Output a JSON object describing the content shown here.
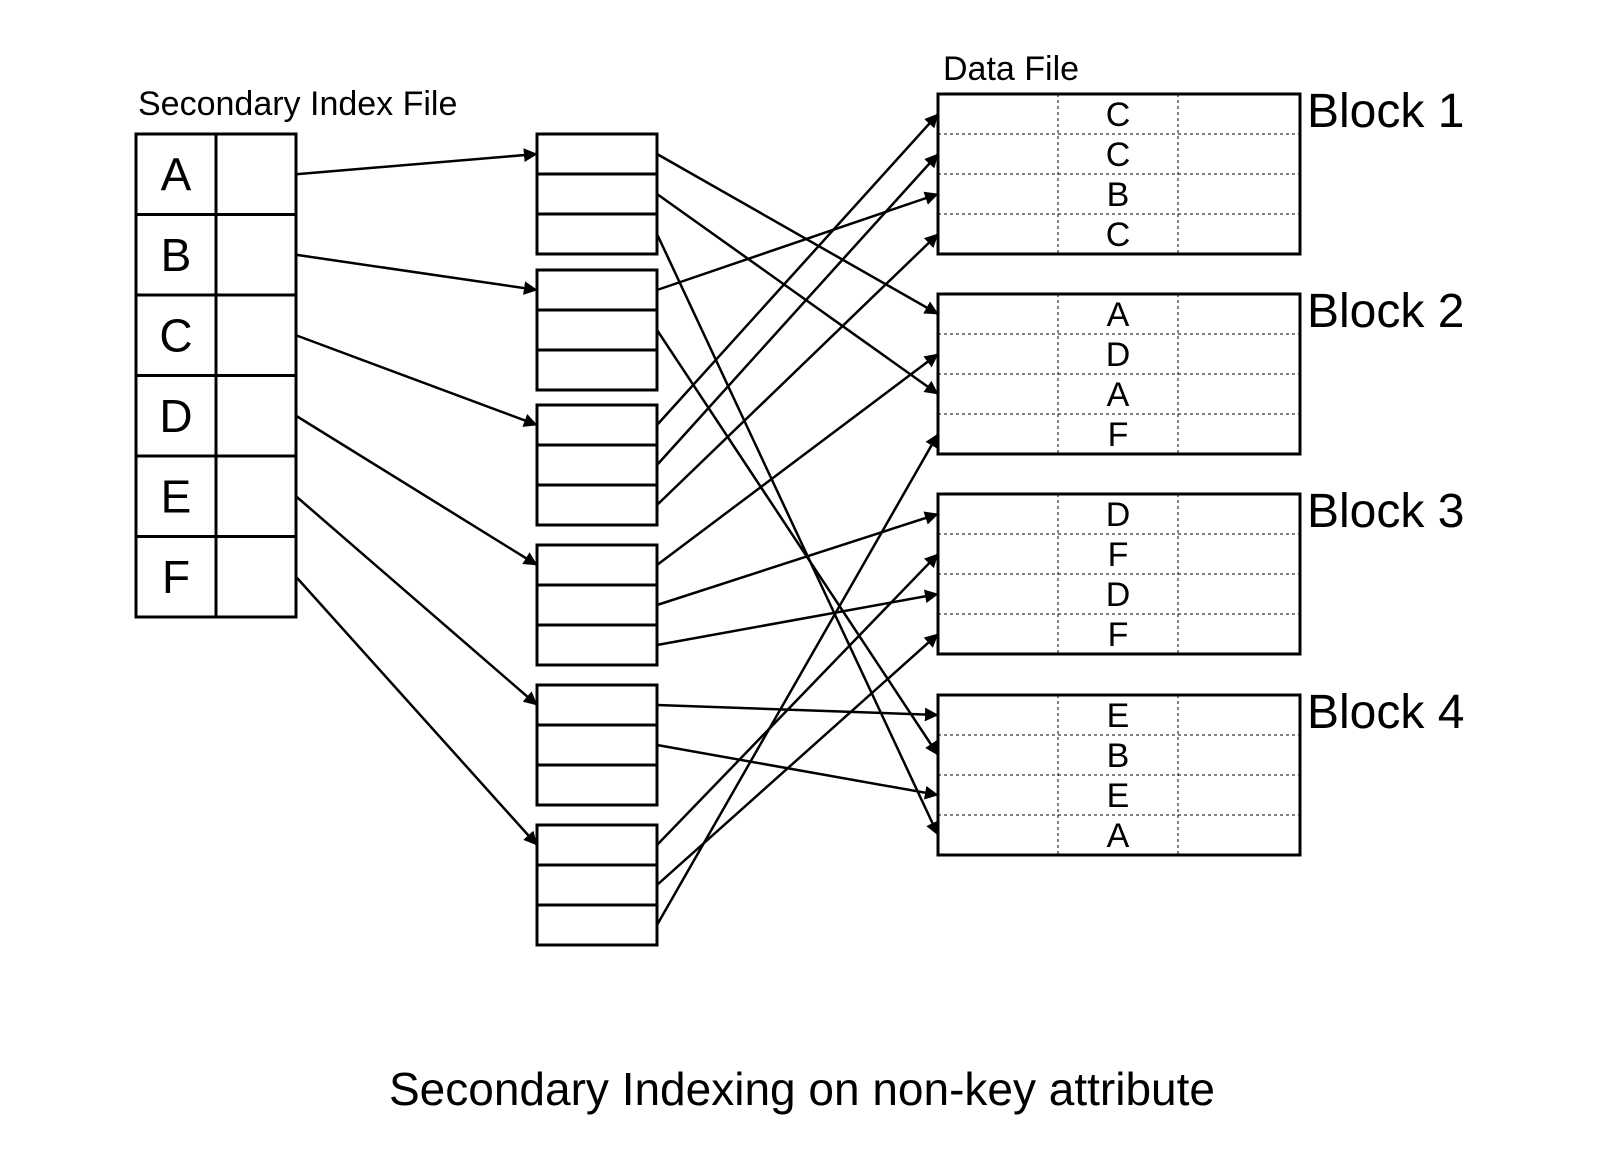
{
  "labels": {
    "index_file_title": "Secondary Index File",
    "data_file_title": "Data File",
    "caption": "Secondary Indexing on non-key attribute"
  },
  "index_keys": [
    "A",
    "B",
    "C",
    "D",
    "E",
    "F"
  ],
  "bucket_count": 6,
  "bucket_slots": 3,
  "data_blocks": [
    {
      "label": "Block 1",
      "records": [
        "C",
        "C",
        "B",
        "C"
      ]
    },
    {
      "label": "Block 2",
      "records": [
        "A",
        "D",
        "A",
        "F"
      ]
    },
    {
      "label": "Block 3",
      "records": [
        "D",
        "F",
        "D",
        "F"
      ]
    },
    {
      "label": "Block 4",
      "records": [
        "E",
        "B",
        "E",
        "A"
      ]
    }
  ],
  "index_to_bucket": [
    {
      "key": "A",
      "bucket": 1
    },
    {
      "key": "B",
      "bucket": 2
    },
    {
      "key": "C",
      "bucket": 3
    },
    {
      "key": "D",
      "bucket": 4
    },
    {
      "key": "E",
      "bucket": 5
    },
    {
      "key": "F",
      "bucket": 6
    }
  ],
  "bucket_to_record": [
    {
      "bucket": 1,
      "slot": 1,
      "block": 2,
      "record": 1
    },
    {
      "bucket": 1,
      "slot": 2,
      "block": 2,
      "record": 3
    },
    {
      "bucket": 1,
      "slot": 3,
      "block": 4,
      "record": 4
    },
    {
      "bucket": 2,
      "slot": 1,
      "block": 1,
      "record": 3
    },
    {
      "bucket": 2,
      "slot": 2,
      "block": 4,
      "record": 2
    },
    {
      "bucket": 3,
      "slot": 1,
      "block": 1,
      "record": 1
    },
    {
      "bucket": 3,
      "slot": 2,
      "block": 1,
      "record": 2
    },
    {
      "bucket": 3,
      "slot": 3,
      "block": 1,
      "record": 4
    },
    {
      "bucket": 4,
      "slot": 1,
      "block": 2,
      "record": 2
    },
    {
      "bucket": 4,
      "slot": 2,
      "block": 3,
      "record": 1
    },
    {
      "bucket": 4,
      "slot": 3,
      "block": 3,
      "record": 3
    },
    {
      "bucket": 5,
      "slot": 1,
      "block": 4,
      "record": 1
    },
    {
      "bucket": 5,
      "slot": 2,
      "block": 4,
      "record": 3
    },
    {
      "bucket": 6,
      "slot": 1,
      "block": 3,
      "record": 2
    },
    {
      "bucket": 6,
      "slot": 2,
      "block": 3,
      "record": 4
    },
    {
      "bucket": 6,
      "slot": 3,
      "block": 2,
      "record": 4
    }
  ]
}
